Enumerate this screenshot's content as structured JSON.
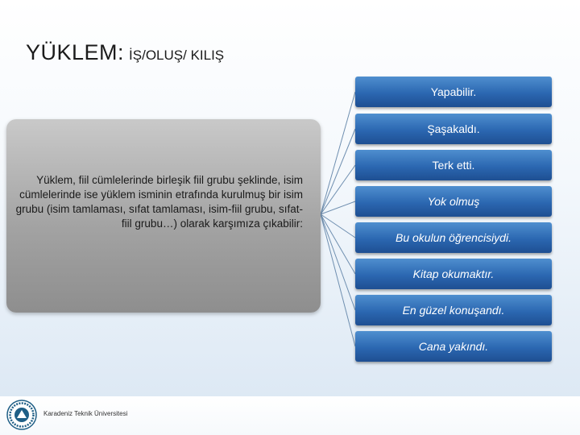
{
  "title": {
    "main": "YÜKLEM:",
    "sub": "İŞ/OLUŞ/ KILIŞ"
  },
  "source_text": "Yüklem, fiil cümlelerinde birleşik fiil grubu şeklinde, isim cümlelerinde ise yüklem isminin etrafında kurulmuş bir isim grubu (isim tamlaması, sıfat tamlaması, isim-fiil grubu, sıfat-fiil grubu…) olarak karşımıza çıkabilir:",
  "nodes": [
    {
      "label": "Yapabilir.",
      "italic": false
    },
    {
      "label": "Şaşakaldı.",
      "italic": false
    },
    {
      "label": "Terk etti.",
      "italic": false
    },
    {
      "label": "Yok olmuş",
      "italic": true
    },
    {
      "label": "Bu okulun öğrencisiydi.",
      "italic": true
    },
    {
      "label": "Kitap okumaktır.",
      "italic": true
    },
    {
      "label": "En güzel konuşandı.",
      "italic": true
    },
    {
      "label": "Cana yakındı.",
      "italic": true
    }
  ],
  "footer": {
    "institution": "Karadeniz Teknik Üniversitesi"
  },
  "colors": {
    "node_fill": "#2b67b1",
    "node_text": "#ffffff",
    "source_fill": "#a3a3a3",
    "connector": "#6f8fb0"
  }
}
